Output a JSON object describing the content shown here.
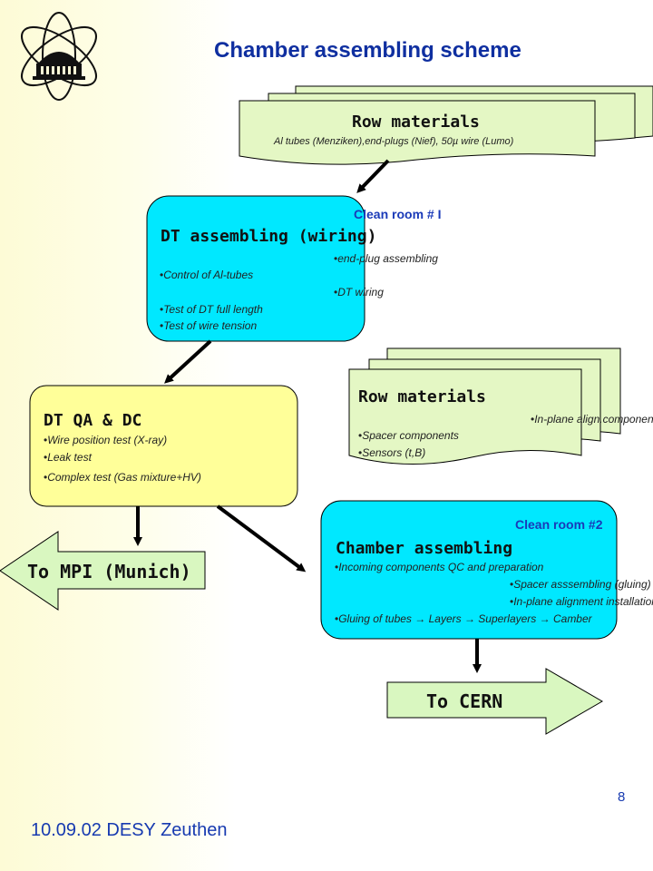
{
  "title": "Chamber assembling scheme",
  "raw_materials_1": {
    "title": "Row materials",
    "subtitle": "Al tubes (Menziken),end-plugs (Nief), 50µ wire (Lumo)"
  },
  "dt_assembling": {
    "clean_room": "Clean room # I",
    "title": "DT assembling (wiring)",
    "items": [
      "end-plug assembling",
      "Control of Al-tubes",
      "DT wiring",
      "Test of  DT full length",
      "Test of wire tension"
    ]
  },
  "raw_materials_2": {
    "title": "Row materials",
    "items": [
      "In-plane align.components",
      "Spacer components",
      "Sensors (t,B)"
    ]
  },
  "dt_qa": {
    "title": "DT QA & DC",
    "items": [
      "Wire position test (X-ray)",
      "Leak test",
      "Complex test (Gas mixture+HV)"
    ]
  },
  "chamber_assembling": {
    "clean_room": "Clean room #2",
    "title": "Chamber assembling",
    "items": [
      "Incoming components QC and preparation",
      "Spacer asssembling (gluing)",
      "In-plane alignment installation",
      "Gluing of tubes → Layers → Superlayers → Camber"
    ]
  },
  "to_mpi": "To MPI (Munich)",
  "to_cern": "To  CERN",
  "footer": "10.09.02 DESY Zeuthen",
  "page_number": "8",
  "colors": {
    "title_blue": "#0f2fa0",
    "doc_green": "#e4f7c4",
    "cyan_box": "#00e8ff",
    "yellow_box": "#ffff99",
    "arrow_green": "#d9f7c0"
  },
  "icons": [
    "jinr-logo-icon"
  ]
}
